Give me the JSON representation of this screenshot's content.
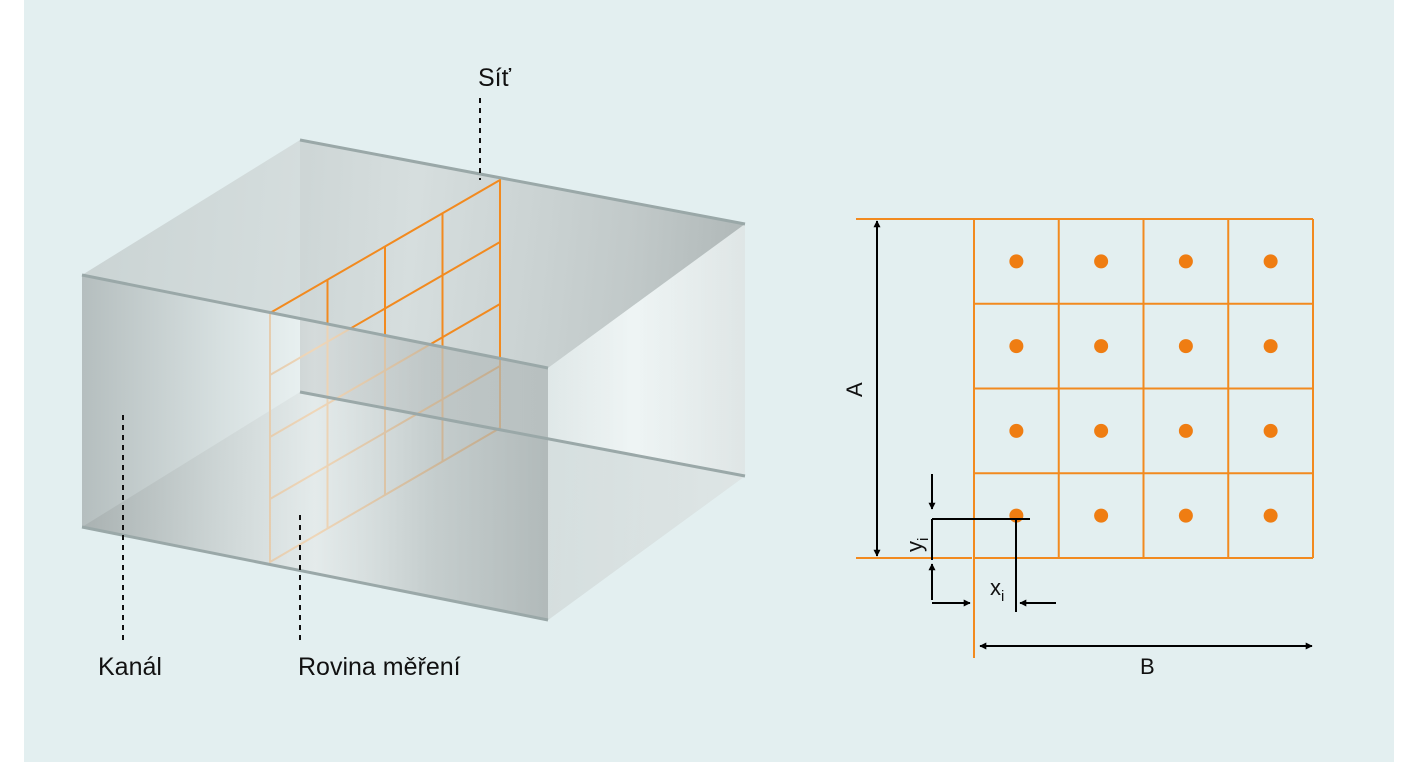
{
  "labels": {
    "grid": "Síť",
    "channel": "Kanál",
    "measurement_plane": "Rovina měření",
    "dim_a": "A",
    "dim_b": "B",
    "xi_base": "x",
    "xi_sub": "i",
    "yi_base": "y",
    "yi_sub": "i"
  },
  "grid": {
    "rows": 4,
    "cols": 4
  },
  "colors": {
    "background": "#e3eff0",
    "grid_orange": "#f28a1f",
    "point_orange": "#ef7d12",
    "duct_edge": "#9aa8a8",
    "arrow": "#000000"
  }
}
